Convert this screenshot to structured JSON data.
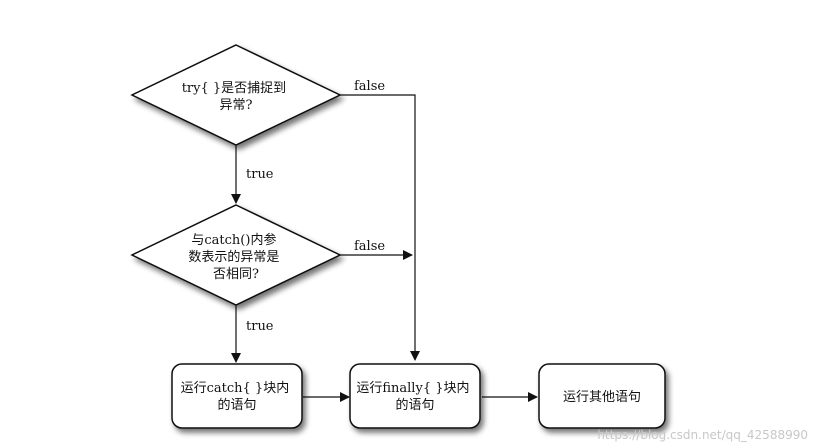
{
  "nodes": {
    "decision_try": {
      "lines": [
        "try{ }是否捕捉到",
        "异常?"
      ]
    },
    "decision_catch": {
      "lines": [
        "与catch()内参",
        "数表示的异常是",
        "否相同?"
      ]
    },
    "process_catch": {
      "lines": [
        "运行catch{ }块内",
        "的语句"
      ]
    },
    "process_finally": {
      "lines": [
        "运行finally{ }块内",
        "的语句"
      ]
    },
    "process_other": {
      "lines": [
        "运行其他语句"
      ]
    }
  },
  "edges": {
    "try_false": "false",
    "try_true": "true",
    "catch_false": "false",
    "catch_true": "true"
  },
  "watermark": "https://blog.csdn.net/qq_42588990"
}
